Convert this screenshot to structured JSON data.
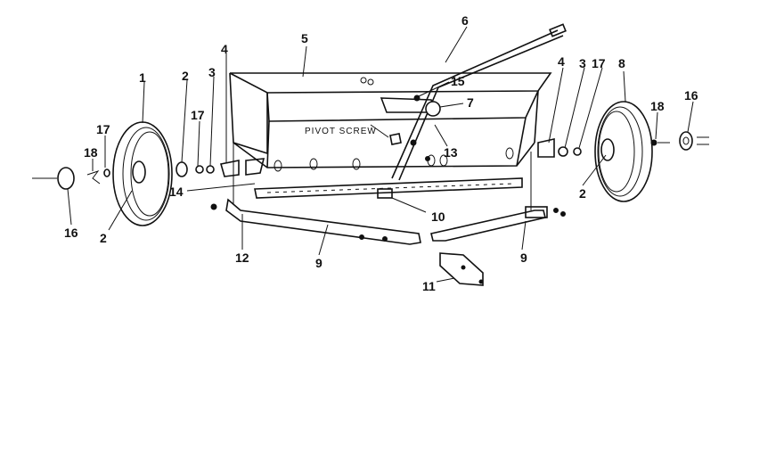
{
  "diagram": {
    "callout_text": "PIVOT SCREW",
    "labels": [
      {
        "id": "p1",
        "text": "1"
      },
      {
        "id": "p2a",
        "text": "2"
      },
      {
        "id": "p3a",
        "text": "3"
      },
      {
        "id": "p4a",
        "text": "4"
      },
      {
        "id": "p5",
        "text": "5"
      },
      {
        "id": "p6",
        "text": "6"
      },
      {
        "id": "p15",
        "text": "15"
      },
      {
        "id": "p7",
        "text": "7"
      },
      {
        "id": "p4b",
        "text": "4"
      },
      {
        "id": "p3b",
        "text": "3"
      },
      {
        "id": "p17b",
        "text": "17"
      },
      {
        "id": "p8",
        "text": "8"
      },
      {
        "id": "p16b",
        "text": "16"
      },
      {
        "id": "p18b",
        "text": "18"
      },
      {
        "id": "p17a",
        "text": "17"
      },
      {
        "id": "p17c",
        "text": "17"
      },
      {
        "id": "p18a",
        "text": "18"
      },
      {
        "id": "p13",
        "text": "13"
      },
      {
        "id": "p14",
        "text": "14"
      },
      {
        "id": "p2b",
        "text": "2"
      },
      {
        "id": "p16a",
        "text": "16"
      },
      {
        "id": "p2c",
        "text": "2"
      },
      {
        "id": "p10",
        "text": "10"
      },
      {
        "id": "p12",
        "text": "12"
      },
      {
        "id": "p9a",
        "text": "9"
      },
      {
        "id": "p9b",
        "text": "9"
      },
      {
        "id": "p11",
        "text": "11"
      }
    ]
  }
}
